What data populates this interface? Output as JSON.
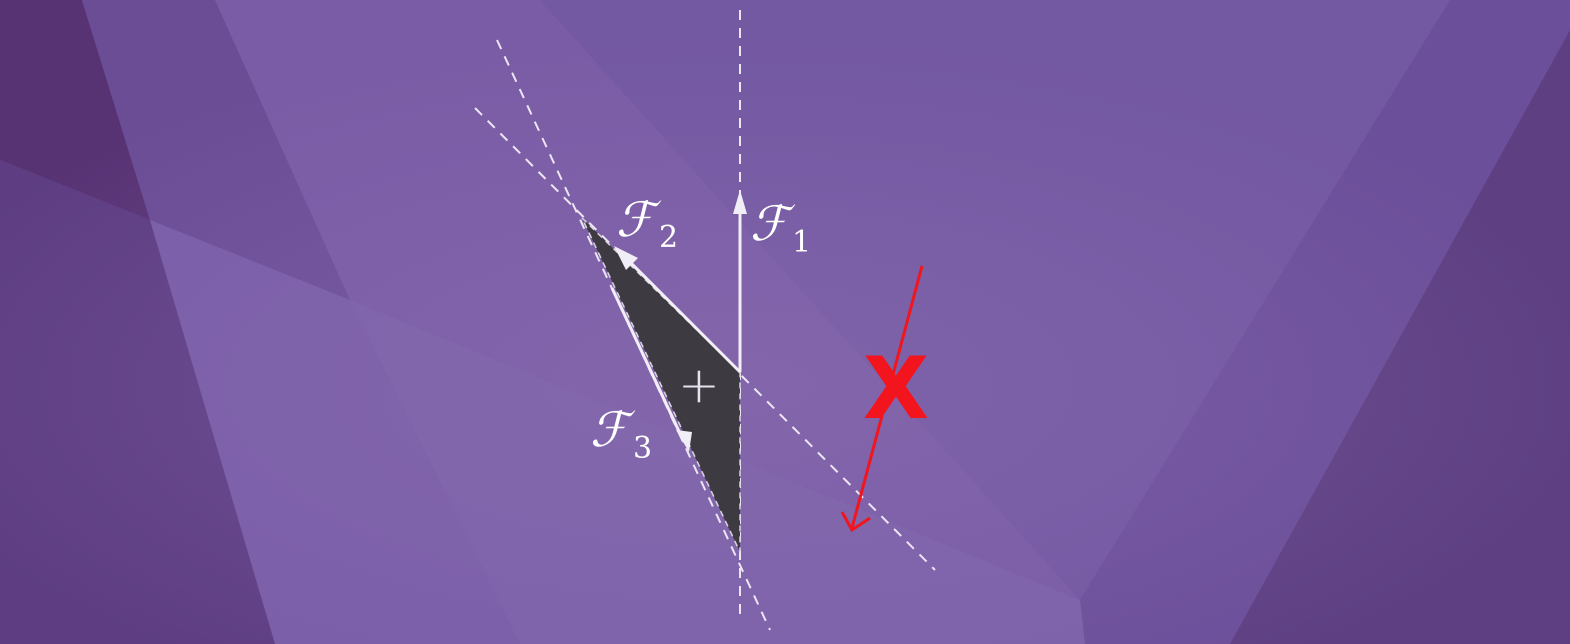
{
  "colors": {
    "background": "#6e4f9a",
    "triangle_fill": "#3e3a42",
    "force_line": "#f2eef7",
    "guide_line": "#ece6f4",
    "forbidden_red": "#f2151d"
  },
  "forces": [
    {
      "symbol": "ℱ",
      "subscript": "1"
    },
    {
      "symbol": "ℱ",
      "subscript": "2"
    },
    {
      "symbol": "ℱ",
      "subscript": "3"
    }
  ],
  "centroid_marker": "+",
  "forbidden_mark": "X"
}
